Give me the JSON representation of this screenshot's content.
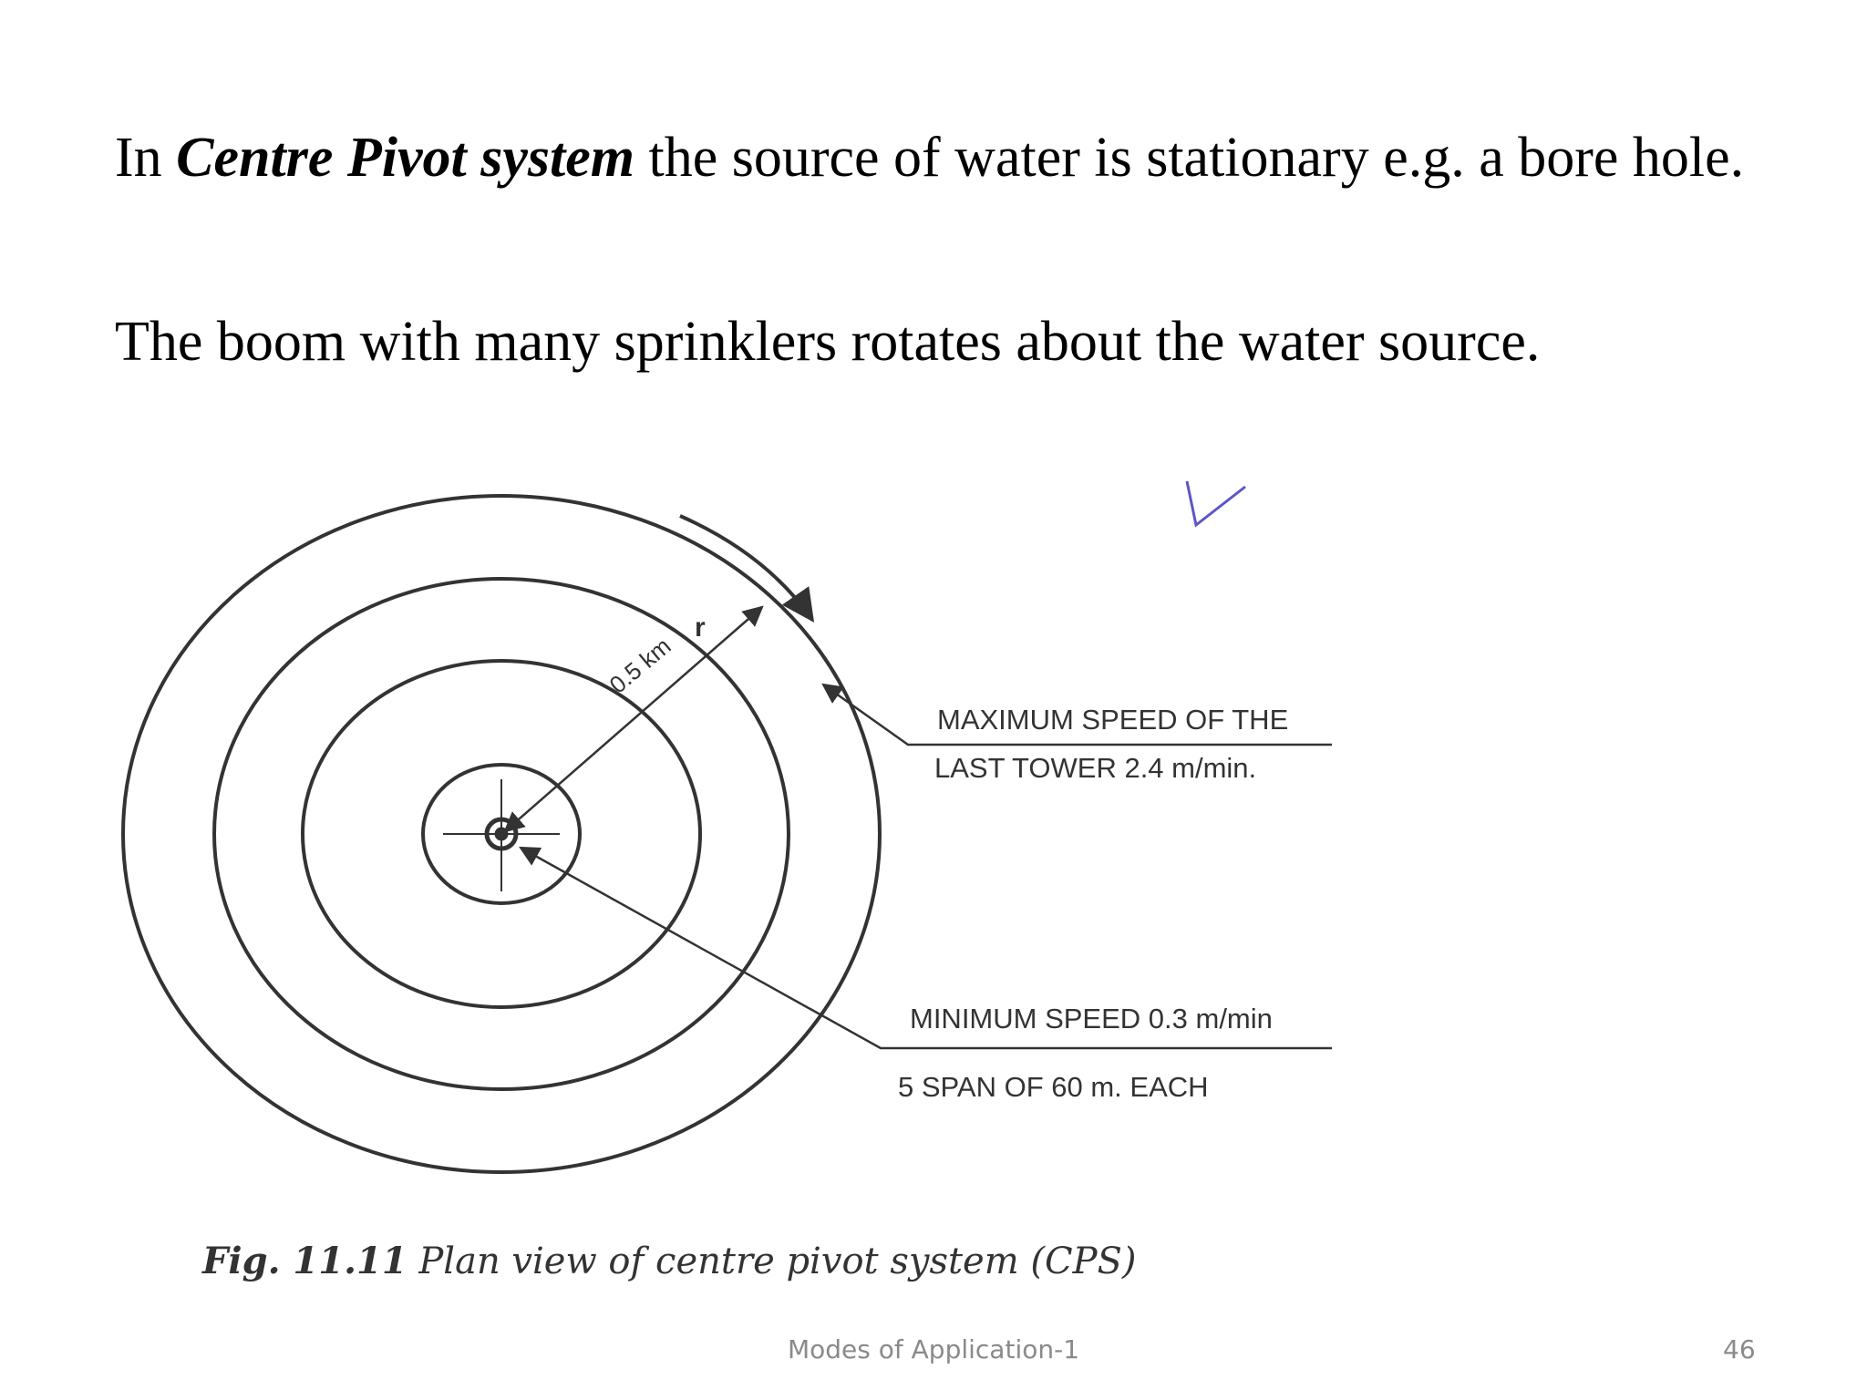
{
  "slide": {
    "paragraph1": {
      "intro": "In ",
      "emphasis": "Centre Pivot system",
      "rest": " the source of water is stationary  e.g. a bore hole."
    },
    "paragraph2": "The boom with many sprinklers rotates about the water source."
  },
  "figure": {
    "radius_label": "0.5 km",
    "radius_symbol": "r",
    "label_max_line1": "MAXIMUM SPEED OF THE",
    "label_max_line2": "LAST TOWER 2.4 m/min.",
    "label_min_line1": "MINIMUM SPEED 0.3 m/min",
    "label_min_line2": "5 SPAN OF 60 m. EACH",
    "caption_number": "Fig. 11.11",
    "caption_text": " Plan view of centre pivot system (CPS)"
  },
  "footer": {
    "title": "Modes of Application-1",
    "page_number": "46"
  },
  "colors": {
    "text": "#000000",
    "figure_ink": "#333333",
    "footer": "#8a8a8a",
    "checkmark": "#5a56c8"
  }
}
